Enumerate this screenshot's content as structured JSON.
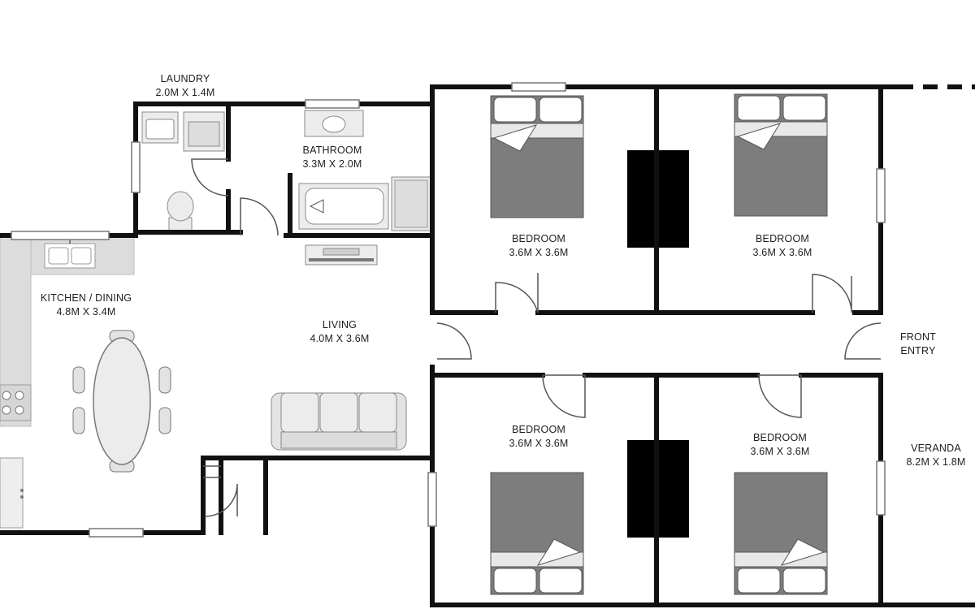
{
  "rooms": {
    "laundry": {
      "name": "LAUNDRY",
      "size": "2.0M X 1.4M"
    },
    "bathroom": {
      "name": "BATHROOM",
      "size": "3.3M X 2.0M"
    },
    "kitchen": {
      "name": "KITCHEN / DINING",
      "size": "4.8M X 3.4M"
    },
    "living": {
      "name": "LIVING",
      "size": "4.0M X 3.6M"
    },
    "bedroom_1": {
      "name": "BEDROOM",
      "size": "3.6M X 3.6M"
    },
    "bedroom_2": {
      "name": "BEDROOM",
      "size": "3.6M X 3.6M"
    },
    "bedroom_3": {
      "name": "BEDROOM",
      "size": "3.6M X 3.6M"
    },
    "bedroom_4": {
      "name": "BEDROOM",
      "size": "3.6M X 3.6M"
    },
    "front_entry": {
      "line1": "FRONT",
      "line2": "ENTRY"
    },
    "veranda": {
      "name": "VERANDA",
      "size": "8.2M X 1.8M"
    }
  },
  "colors": {
    "wall": "#111111",
    "furniture_fill": "#e6e6e6",
    "furniture_stroke": "#9a9a9a",
    "bed_fill": "#7d7d7d",
    "fireplace": "#000000",
    "bench": "#dcdcdc"
  }
}
